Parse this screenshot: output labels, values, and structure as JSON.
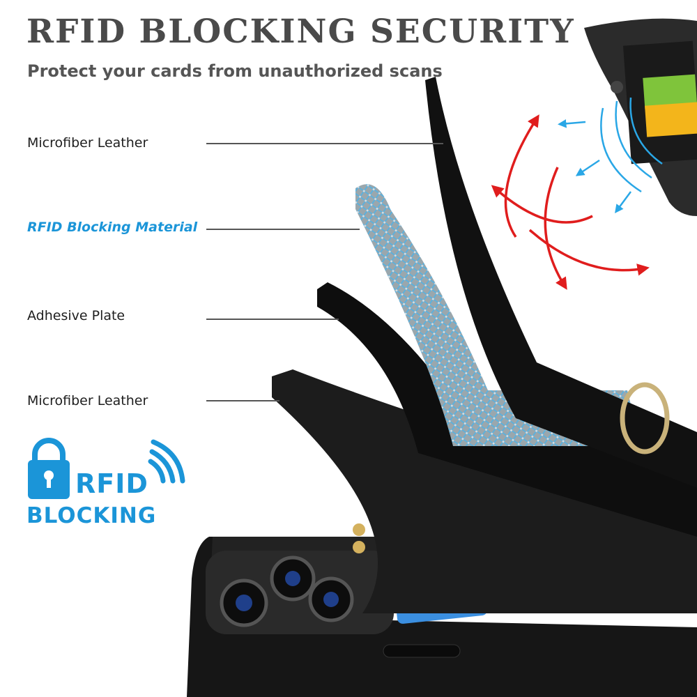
{
  "header": {
    "title": "RFID BLOCKING SECURITY",
    "subtitle": "Protect your cards from unauthorized scans"
  },
  "layers": [
    {
      "label": "Microfiber Leather",
      "accent": false
    },
    {
      "label": "RFID Blocking Material",
      "accent": true
    },
    {
      "label": "Adhesive Plate",
      "accent": false
    },
    {
      "label": "Microfiber Leather",
      "accent": false
    }
  ],
  "badge": {
    "line1": "RFID",
    "line2": "BLOCKING",
    "icon": "padlock-icon",
    "signal_icon": "wireless-signal-icon"
  },
  "colors": {
    "accent_blue": "#1b95d8",
    "signal_red": "#e01d1d",
    "signal_blue": "#2aa7e6",
    "case_black": "#141414"
  }
}
